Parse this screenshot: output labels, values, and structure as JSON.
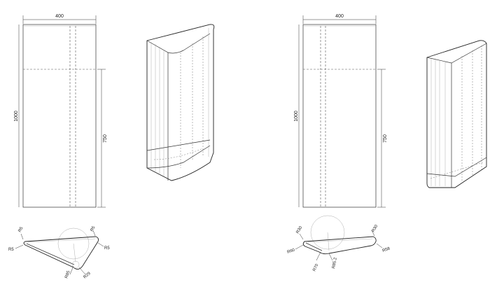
{
  "drawing": {
    "left": {
      "width_label": "400",
      "height_label": "1000",
      "inner_height_label": "750",
      "radii": {
        "top_left": "R5",
        "left": "R5",
        "top_right": "R5",
        "right": "R5",
        "bottom_left": "R85",
        "bottom_right": "R29"
      }
    },
    "right": {
      "width_label": "400",
      "height_label": "1000",
      "inner_height_label": "750",
      "radii": {
        "top_left": "R30",
        "left": "R60",
        "top_right": "R30",
        "right": "R58",
        "bottom_left": "R70",
        "bottom_mid": "R85.2"
      }
    }
  }
}
